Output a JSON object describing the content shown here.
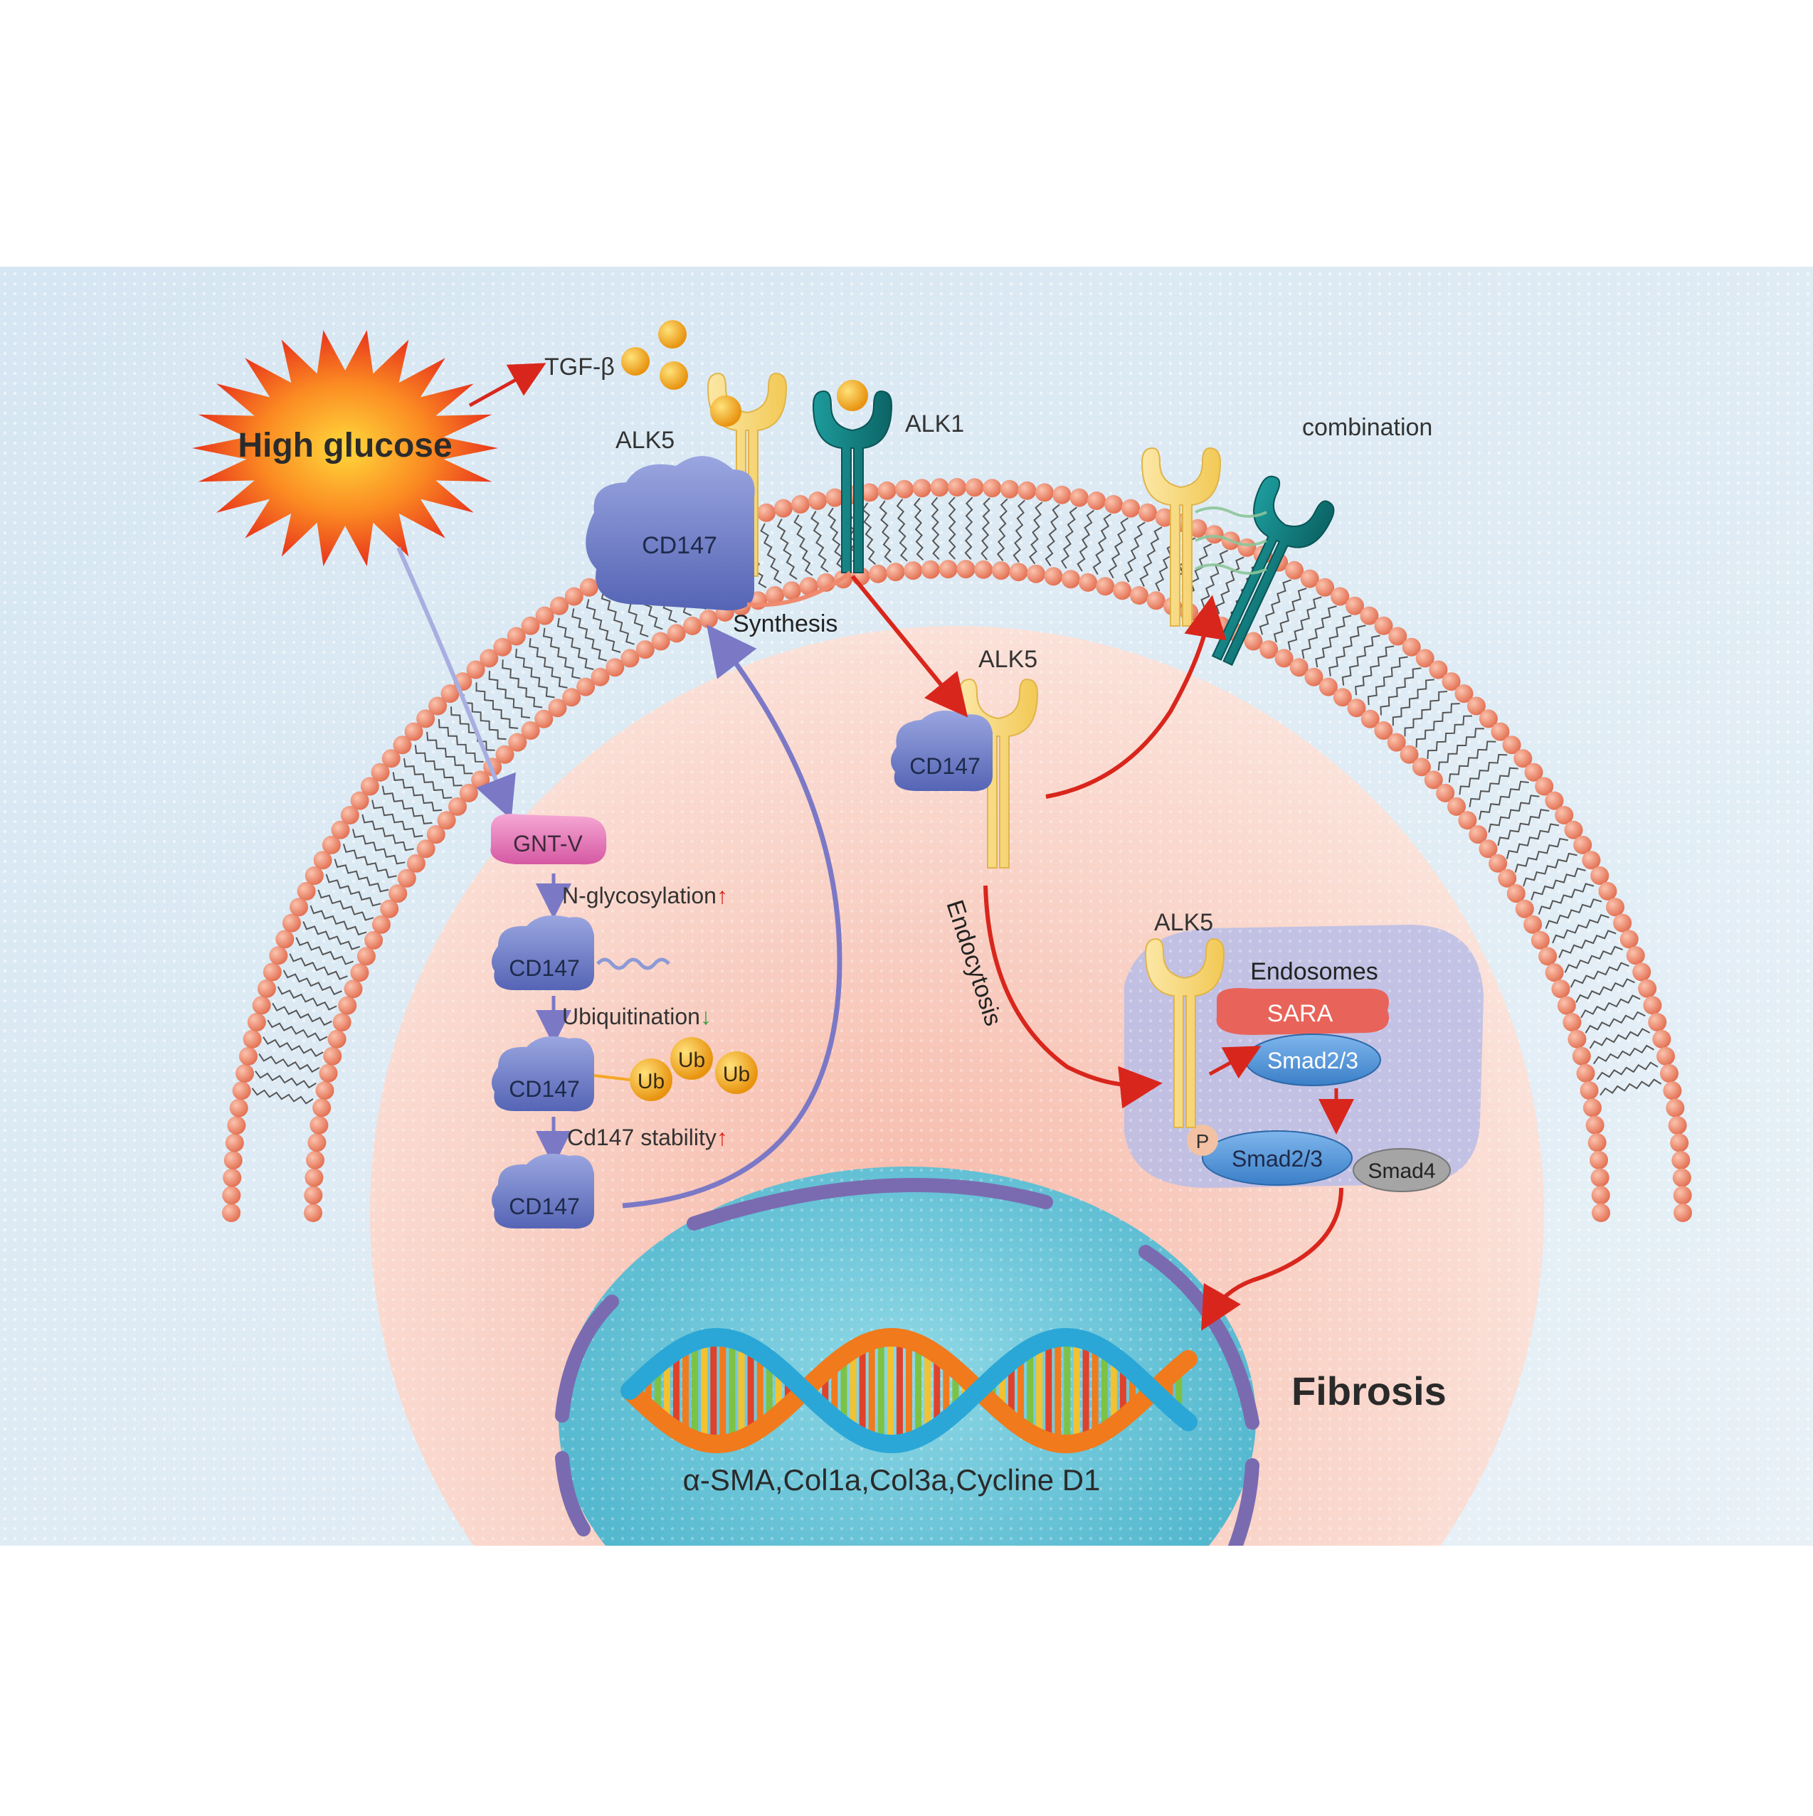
{
  "stimulus": {
    "label": "High glucose"
  },
  "ligand": {
    "label": "TGF-β"
  },
  "receptors": {
    "alk5_membrane": "ALK5",
    "alk1_membrane": "ALK1",
    "alk5_internal": "ALK5",
    "alk5_endosome": "ALK5"
  },
  "proteins": {
    "cd147": "CD147",
    "gnt_v": "GNT-V",
    "ub": "Ub",
    "sara": "SARA",
    "smad23": "Smad2/3",
    "smad4": "Smad4",
    "phospho": "P",
    "endosomes": "Endosomes"
  },
  "process_labels": {
    "synthesis": "Synthesis",
    "combination": "combination",
    "endocytosis": "Endocytosis",
    "n_glycosylation": "N-glycosylation",
    "ubiquitination": "Ubiquitination",
    "cd147_stability": "Cd147 stability"
  },
  "indicators": {
    "up_symbol": "↑",
    "down_symbol": "↓",
    "up_color": "#d9261c",
    "down_color": "#2e9e3e"
  },
  "outcome": {
    "label": "Fibrosis",
    "genes": "α-SMA,Col1a,Col3a,Cycline D1"
  },
  "colors": {
    "membrane_head": "#f08a6c",
    "cd147": "#6f7fc8",
    "alk5": "#f7d77a",
    "alk1": "#137f80",
    "tgf": "#f5a623",
    "smad": "#4a90d9",
    "sara": "#e8635a",
    "nucleus": "#5ec3d6",
    "arrow_red": "#d9261c",
    "arrow_purple": "#7b78c6"
  }
}
